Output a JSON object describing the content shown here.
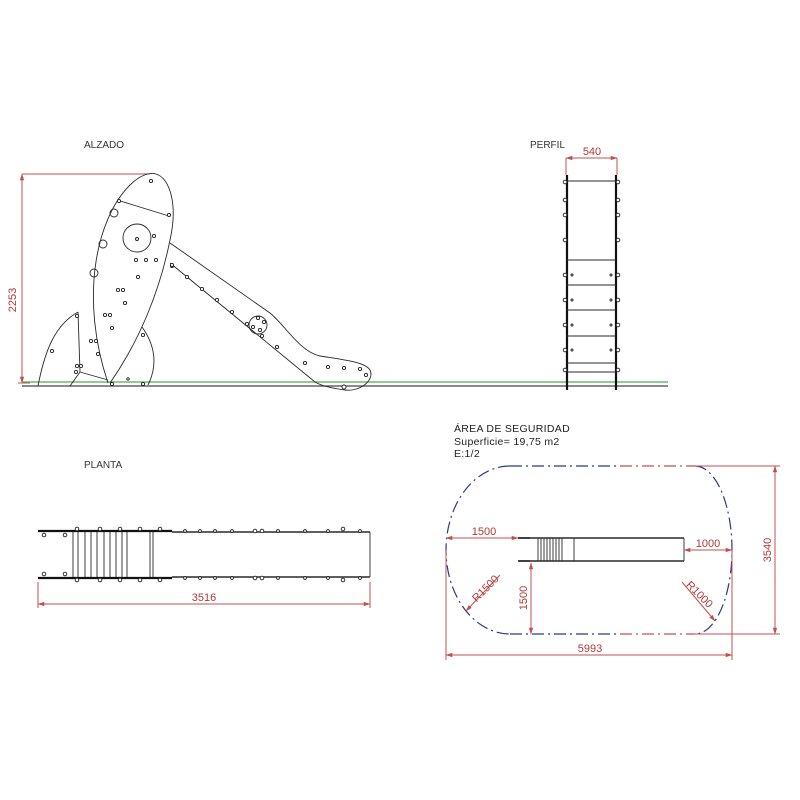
{
  "views": {
    "alzado": {
      "title": "ALZADO",
      "height_dim": "2253"
    },
    "perfil": {
      "title": "PERFIL",
      "width_dim": "540"
    },
    "planta": {
      "title": "PLANTA",
      "length_dim": "3516"
    },
    "area_seguridad": {
      "title": "ÁREA DE SEGURIDAD",
      "surface": "Superficie= 19,75 m2",
      "scale": "E:1/2",
      "dims": {
        "left_clearance": "1500",
        "radius_left": "R1500",
        "vertical_clearance": "1500",
        "right_clearance": "1000",
        "radius_right": "R1000",
        "total_length": "5993",
        "total_width": "3540"
      }
    }
  },
  "colors": {
    "dimension": "#c0504d",
    "ground": "#4caf50",
    "safety_zone": "#2b3a8a",
    "outline": "#2a2a2a"
  }
}
